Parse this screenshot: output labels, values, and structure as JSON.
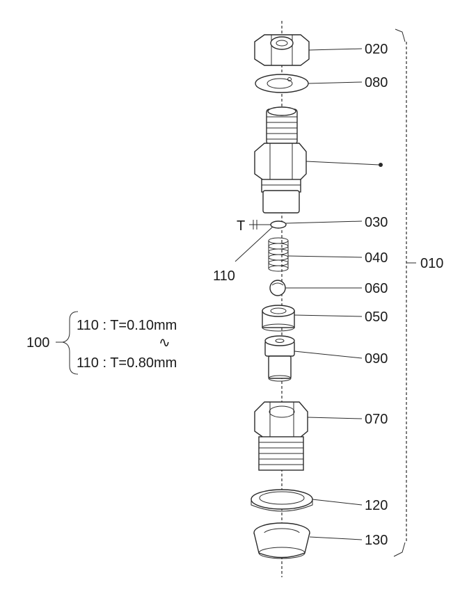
{
  "parts": {
    "p020": "020",
    "p080": "080",
    "p030": "030",
    "p040": "040",
    "p060": "060",
    "p050": "050",
    "p090": "090",
    "p070": "070",
    "p120": "120",
    "p130": "130",
    "p010": "010",
    "p110": "110",
    "p100": "100"
  },
  "thickness_symbol": "T",
  "shim_range": {
    "min": "110 : T=0.10mm",
    "separator": "∿",
    "max": "110 : T=0.80mm"
  }
}
